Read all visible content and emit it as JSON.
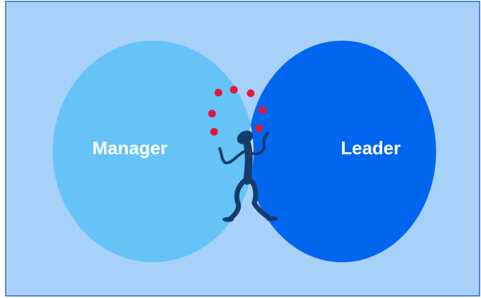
{
  "venn": {
    "left_set": {
      "label": "Manager",
      "color": "#66c3f7"
    },
    "right_set": {
      "label": "Leader",
      "color": "#0066f0"
    },
    "overlap": {
      "color": "#cde8fa",
      "figure_icon": "juggler-icon",
      "figure_color": "#163c6b"
    },
    "balls": {
      "count": 7,
      "color": "#dd1c3a"
    }
  },
  "colors": {
    "background": "#a8d1fa",
    "frame_border": "#2f66b8"
  }
}
